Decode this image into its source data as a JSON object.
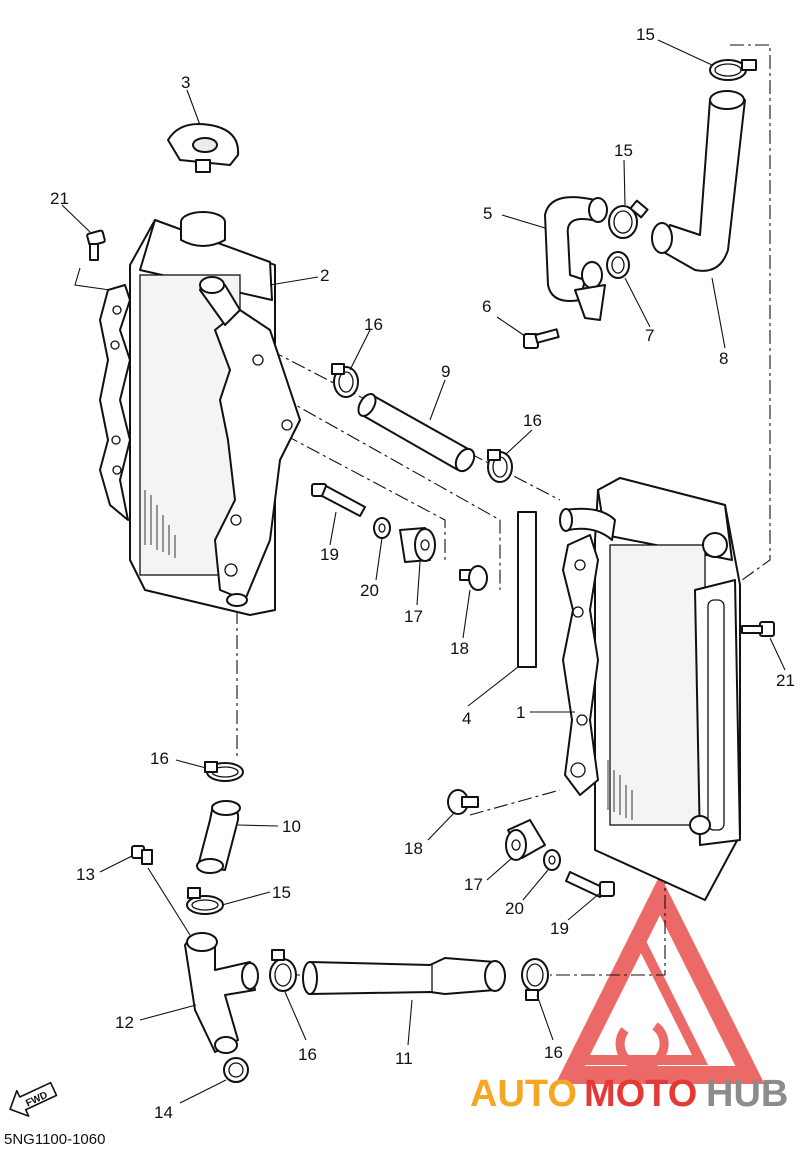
{
  "diagram_code": "5NG1100-1060",
  "fwd_label": "FWD",
  "watermark": {
    "text_auto": "AUTO",
    "text_moto": "MOTO",
    "text_hub": "HUB",
    "color_red": "#e53935",
    "color_orange": "#f5a623",
    "color_gray": "#8c8c8c"
  },
  "callouts": [
    "15",
    "3",
    "15",
    "21",
    "5",
    "2",
    "6",
    "7",
    "8",
    "16",
    "9",
    "16",
    "19",
    "20",
    "17",
    "18",
    "4",
    "1",
    "21",
    "16",
    "10",
    "13",
    "18",
    "15",
    "17",
    "20",
    "19",
    "12",
    "16",
    "11",
    "16",
    "14"
  ],
  "icons": {
    "fwd_arrow": "fwd-arrow-icon",
    "logo": "automotohub-logo"
  }
}
